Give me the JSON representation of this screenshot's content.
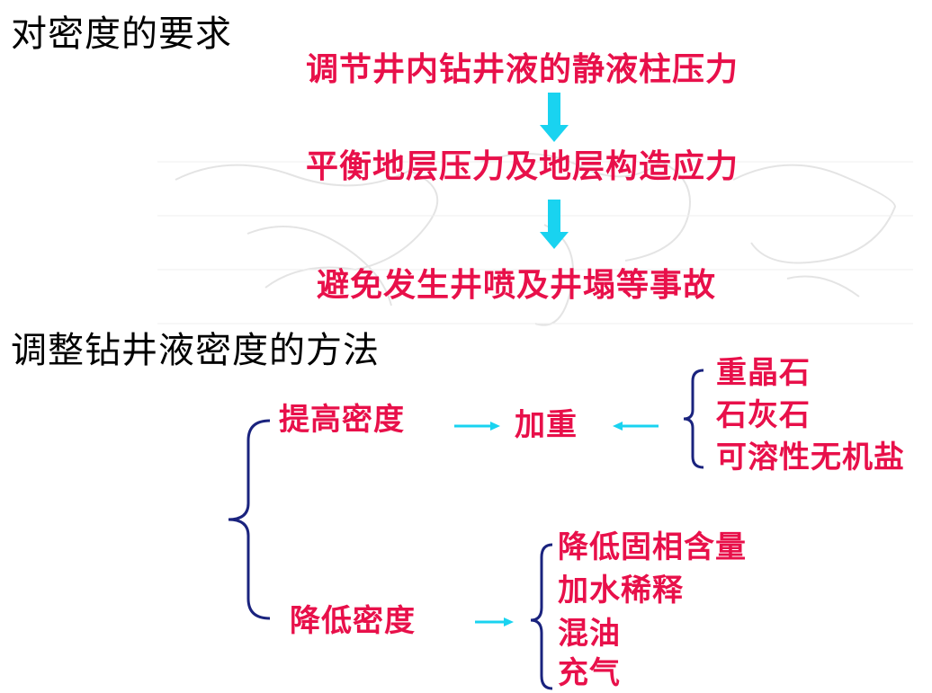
{
  "section1": {
    "title": "对密度的要求",
    "steps": [
      "调节井内钻井液的静液柱压力",
      "平衡地层压力及地层构造应力",
      "避免发生井喷及井塌等事故"
    ]
  },
  "section2": {
    "title": "调整钻井液密度的方法",
    "increase": {
      "label": "提高密度",
      "method": "加重",
      "materials": [
        "重晶石",
        "石灰石",
        "可溶性无机盐"
      ]
    },
    "decrease": {
      "label": "降低密度",
      "methods": [
        "降低固相含量",
        "加水稀释",
        "混油",
        "充气"
      ]
    }
  },
  "colors": {
    "heading": "#000000",
    "text_red": "#e8104a",
    "arrow_cyan": "#19d3f0",
    "brace_blue": "#1a237e"
  }
}
